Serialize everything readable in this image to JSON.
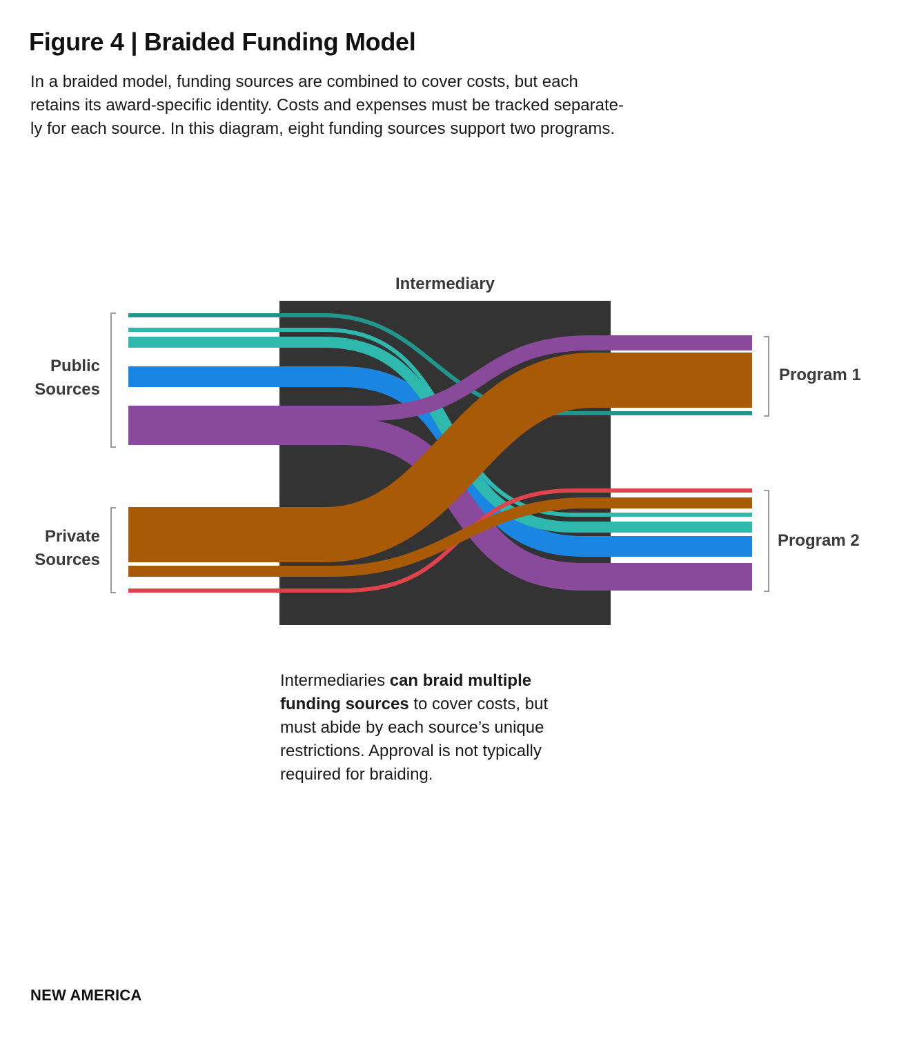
{
  "title": "Figure 4 | Braided Funding Model",
  "subtitle_lines": [
    "In a braided model, funding sources are combined to cover costs, but each",
    "retains its award-specific identity. Costs and expenses must be tracked separate-",
    "ly for each source. In this diagram, eight funding sources support two programs."
  ],
  "intermediary_label": "Intermediary",
  "groups": {
    "public": [
      "Public",
      "Sources"
    ],
    "private": [
      "Private",
      "Sources"
    ]
  },
  "programs": {
    "program1": "Program 1",
    "program2": "Program 2"
  },
  "note": {
    "line1_plain": "Intermediaries ",
    "line1_bold": "can braid multiple",
    "line2_bold": "funding sources",
    "line2_plain": " to cover costs, but",
    "line3": "must abide by each source’s unique",
    "line4": "restrictions. Approval is not typically",
    "line5": "required for braiding."
  },
  "footer": "NEW AMERICA",
  "colors": {
    "dark_teal": "#21968c",
    "teal": "#2fb8ad",
    "blue": "#1a86e2",
    "purple": "#8a4a9b",
    "brown": "#a85a06",
    "red": "#e0434c",
    "intermediary": "#333333",
    "bracket": "#9a9a9a"
  }
}
